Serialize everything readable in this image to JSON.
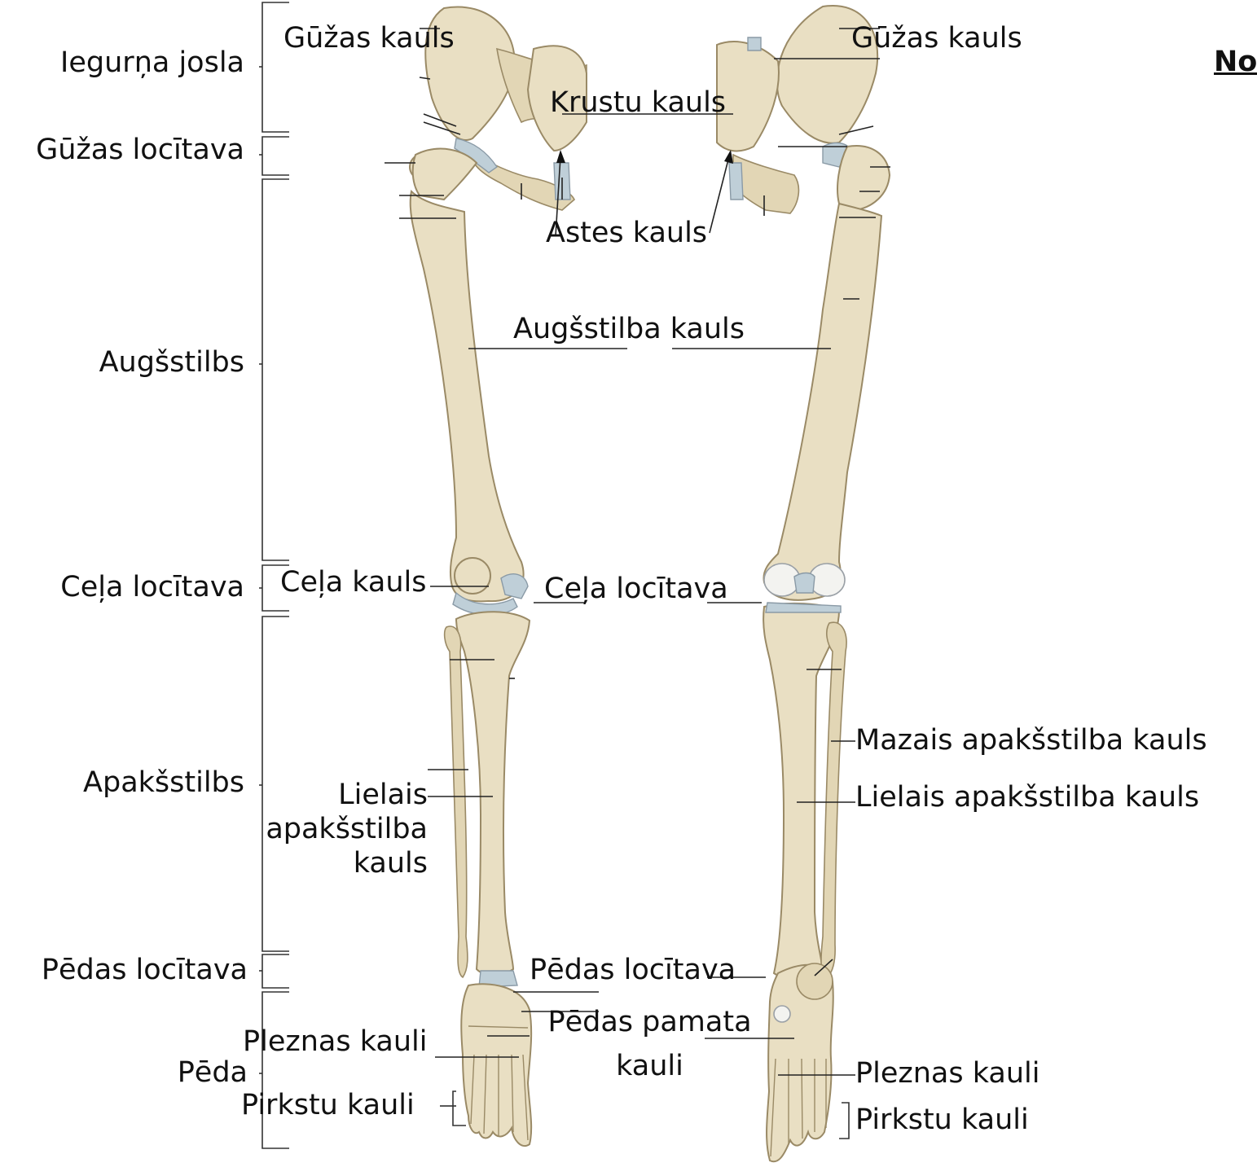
{
  "regions": {
    "iegurna_josla": "Iegurņa josla",
    "guzas_locitava": "Gūžas locītava",
    "augsstilbs": "Augšstilbs",
    "cela_locitava": "Ceļa locītava",
    "apakstilbs": "Apakšstilbs",
    "pedas_locitava": "Pēdas locītava",
    "peda": "Pēda"
  },
  "left_bones": {
    "guzas_kauls": "Gūžas kauls",
    "cela_kauls": "Ceļa kauls",
    "lielais_1": "Lielais",
    "lielais_2": "apakšstilba",
    "lielais_3": "kauls",
    "pleznas_kauli": "Pleznas kauli",
    "pirkstu_kauli": "Pirkstu kauli"
  },
  "center_bones": {
    "krustu_kauls": "Krustu kauls",
    "astes_kauls": "Astes kauls",
    "augsstilba_kauls": "Augšstilba kauls",
    "cela_locitava": "Ceļa locītava",
    "pedas_locitava": "Pēdas locītava",
    "pedas_pamata_1": "Pēdas pamata",
    "pedas_pamata_2": "kauli"
  },
  "right_bones": {
    "guzas_kauls": "Gūžas kauls",
    "mazais": "Mazais apakšstilba kauls",
    "lielais": "Lielais apakšstilba kauls",
    "pleznas_kauli": "Pleznas kauli",
    "pirkstu_kauli": "Pirkstu kauli"
  },
  "cut_text": "No"
}
